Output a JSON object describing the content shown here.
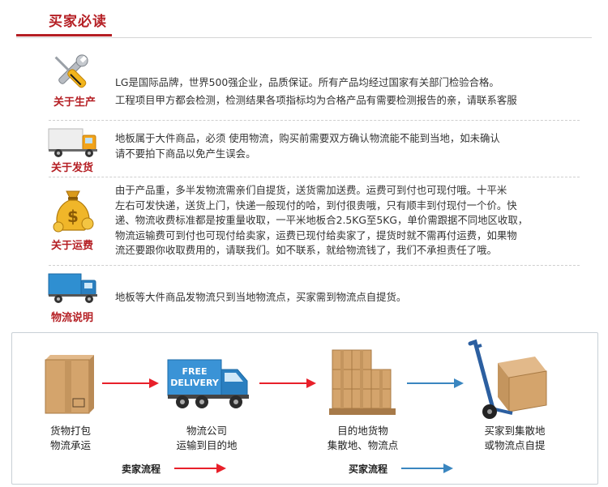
{
  "header": {
    "title": "买家必读",
    "subtitle": "Buyers Reading"
  },
  "sections": [
    {
      "label": "关于生产",
      "icon": "tools-icon",
      "lines": [
        "LG是国际品牌，世界500强企业，品质保证。所有产品均经过国家有关部门检验合格。",
        "工程项目甲方都会检测，检测结果各项指标均为合格产品有需要检测报告的亲，请联系客服"
      ]
    },
    {
      "label": "关于发货",
      "icon": "delivery-truck-icon",
      "lines": [
        "地板属于大件商品，必须 使用物流，购买前需要双方确认物流能不能到当地，如未确认",
        "请不要拍下商品以免产生误会。"
      ]
    },
    {
      "label": "关于运费",
      "icon": "money-bag-icon",
      "lines": [
        "由于产品重，多半发物流需亲们自提货，送货需加送费。运费可到付也可现付哦。十平米",
        "左右可发快递，送货上门，快递一般现付的哈，到付很贵哦，只有顺丰到付现付一个价。快",
        "递、物流收费标准都是按重量收取，一平米地板合2.5KG至5KG，单价需跟据不同地区收取，",
        "物流运输费可到付也可现付给卖家，运费已现付给卖家了，提货时就不需再付运费，如果物",
        "流还要跟你收取费用的，请联我们。如不联系，就给物流钱了，我们不承担责任了哦。"
      ]
    },
    {
      "label": "物流说明",
      "icon": "blue-truck-icon",
      "lines": [
        "地板等大件商品发物流只到当地物流点，买家需到物流点自提货。"
      ]
    }
  ],
  "flow": {
    "steps": [
      {
        "icon": "cardboard-box-icon",
        "caption": [
          "货物打包",
          "物流承运"
        ]
      },
      {
        "icon": "free-delivery-truck-icon",
        "truck_text": [
          "FREE",
          "DELIVERY"
        ],
        "caption": [
          "物流公司",
          "运输到目的地"
        ]
      },
      {
        "icon": "stacked-boxes-icon",
        "caption": [
          "目的地货物",
          "集散地、物流点"
        ]
      },
      {
        "icon": "hand-truck-icon",
        "caption": [
          "买家到集散地",
          "或物流点自提"
        ]
      }
    ],
    "seller_label": "卖家流程",
    "buyer_label": "买家流程",
    "colors": {
      "seller": "#e8202a",
      "buyer": "#3a86c0"
    }
  }
}
